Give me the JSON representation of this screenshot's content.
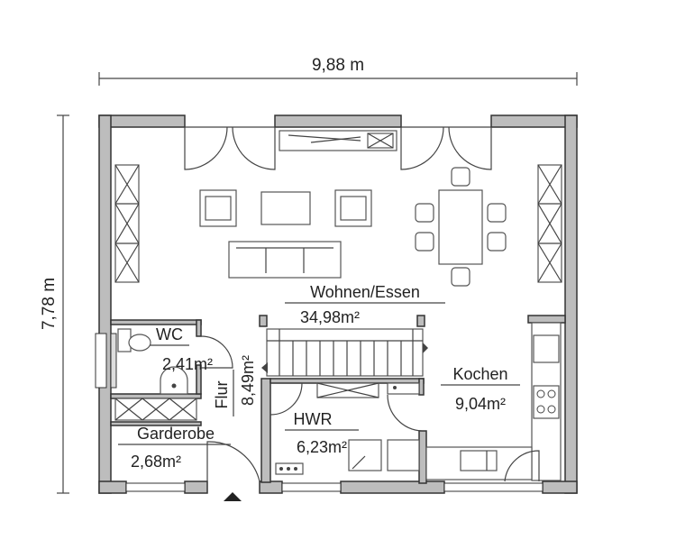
{
  "dimensions": {
    "width": "9,88 m",
    "height": "7,78 m"
  },
  "rooms": {
    "wohnen": {
      "name": "Wohnen/Essen",
      "area": "34,98m²"
    },
    "wc": {
      "name": "WC",
      "area": "2,41m²"
    },
    "flur": {
      "name": "Flur",
      "area": "8,49m²"
    },
    "kochen": {
      "name": "Kochen",
      "area": "9,04m²"
    },
    "hwr": {
      "name": "HWR",
      "area": "6,23m²"
    },
    "garderobe": {
      "name": "Garderobe",
      "area": "2,68m²"
    }
  }
}
